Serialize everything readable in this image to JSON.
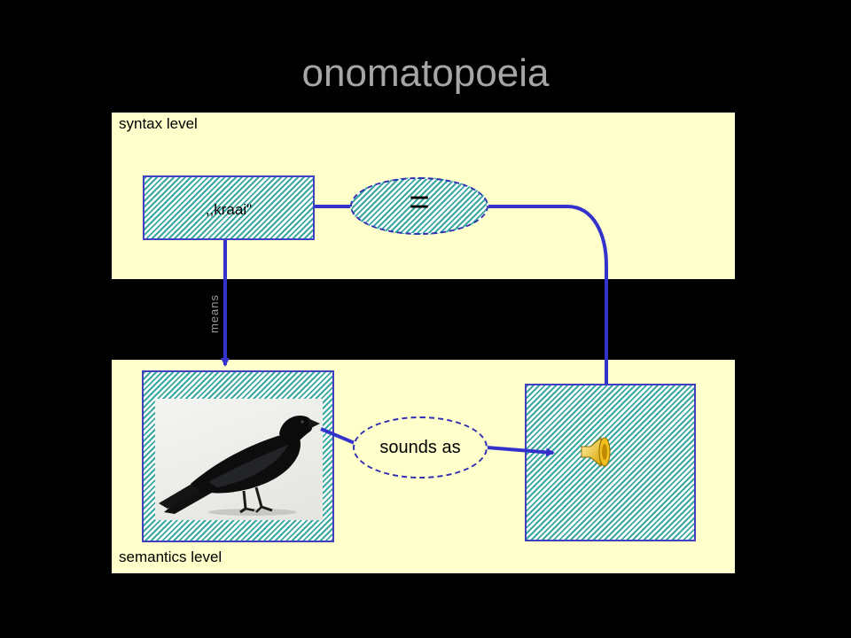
{
  "title": "onomatopoeia",
  "syntax_panel": {
    "label": "syntax level"
  },
  "semantics_panel": {
    "label": "semantics level"
  },
  "word": {
    "text": ",,kraai\""
  },
  "equals_node": {
    "text": "="
  },
  "sounds_node": {
    "text": "sounds as"
  },
  "means_label": "means",
  "crow_image": {
    "alt": "crow photo"
  },
  "sound_icon": "speaker-icon",
  "colors": {
    "background": "#000000",
    "panel": "#ffffcc",
    "hatch": "#3aa8a0",
    "connector": "#3333cc",
    "title": "#a6a6a6"
  }
}
